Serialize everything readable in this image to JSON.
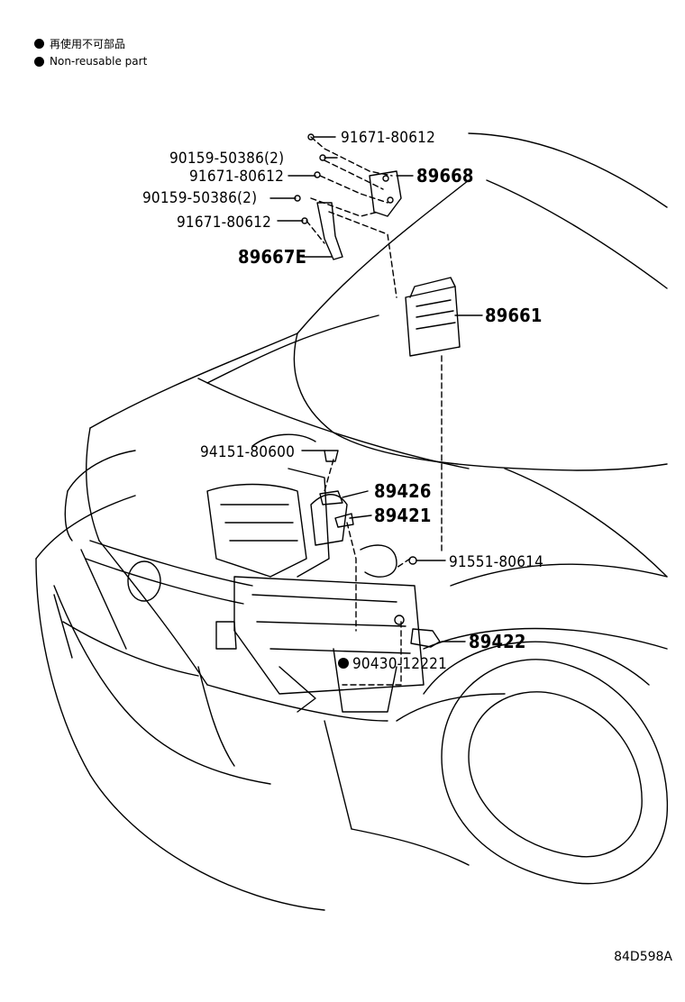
{
  "legend": [
    {
      "text": "再使用不可部品"
    },
    {
      "text": "Non-reusable part"
    }
  ],
  "callouts": {
    "c1": "91671-80612",
    "c2": "90159-50386(2)",
    "c3": "91671-80612",
    "c4": "89668",
    "c5": "90159-50386(2)",
    "c6": "91671-80612",
    "c7": "89667E",
    "c8": "89661",
    "c9": "94151-80600",
    "c10": "89426",
    "c11": "89421",
    "c12": "91551-80614",
    "c13": "89422",
    "c14": "90430-12221"
  },
  "footer_code": "84D598A"
}
